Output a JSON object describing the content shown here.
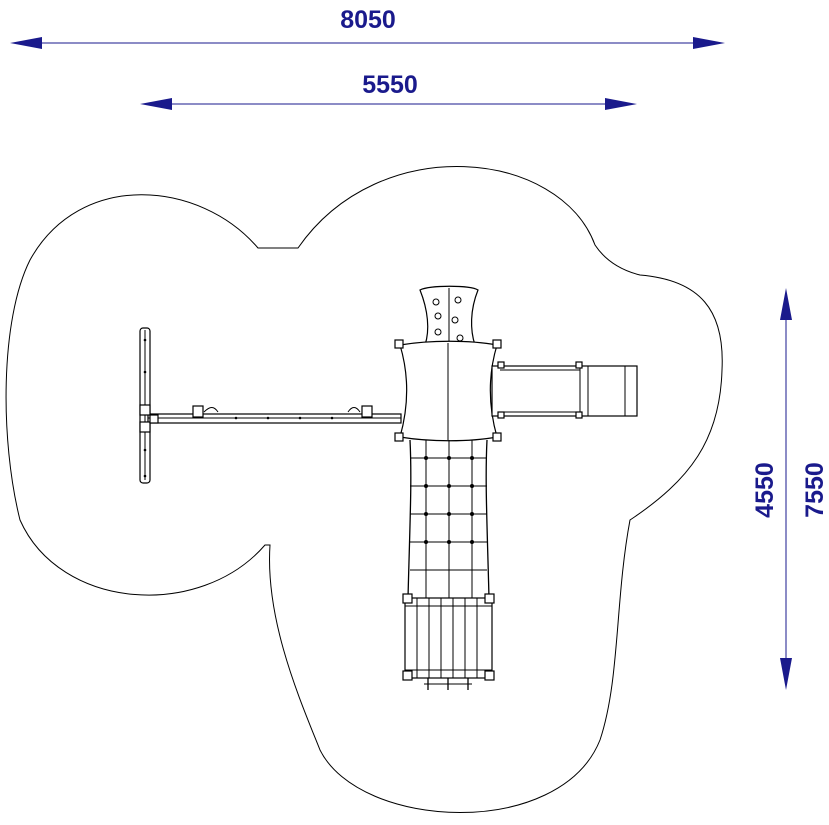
{
  "colors": {
    "dimension": "#1a1a8c",
    "outline": "#000000",
    "background": "#ffffff"
  },
  "dimensions": {
    "overall_width": "8050",
    "inner_width": "5550",
    "inner_height": "4550",
    "overall_height": "7550"
  }
}
